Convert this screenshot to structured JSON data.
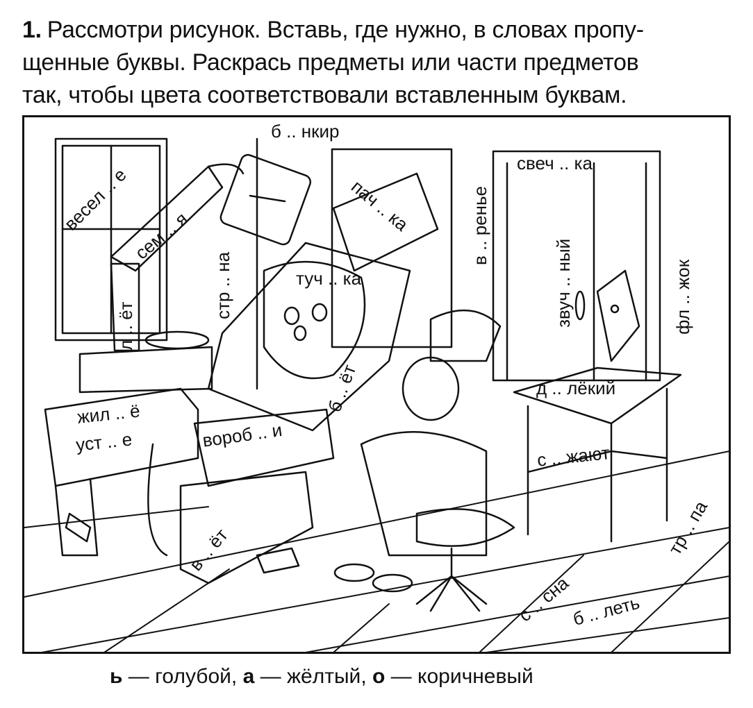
{
  "task": {
    "number": "1.",
    "lines": [
      "Рассмотри рисунок. Вставь, где нужно, в словах пропу-",
      "щенные буквы. Раскрась предметы или части предметов",
      "так, чтобы цвета соответствовали вставленным буквам."
    ]
  },
  "words": [
    "б .. нкир",
    "весел .. е",
    "сем .. я",
    "пач .. ка",
    "свеч .. ка",
    "в .. ренье",
    "стр .. на",
    "туч .. ка",
    "л .. ёт",
    "звуч .. ный",
    "фл .. жок",
    "б .. ёт",
    "д .. лёкий",
    "жил .. ё",
    "вороб .. и",
    "уст .. е",
    "с .. жают",
    "в .. ёт",
    "тр .. па",
    "с .. сна",
    "б .. леть"
  ],
  "legend": [
    {
      "letter": "ь",
      "color": "голубой",
      "sep": ","
    },
    {
      "letter": "а",
      "color": "жёлтый",
      "sep": ","
    },
    {
      "letter": "о",
      "color": "коричневый",
      "sep": ""
    }
  ],
  "dash": "—"
}
